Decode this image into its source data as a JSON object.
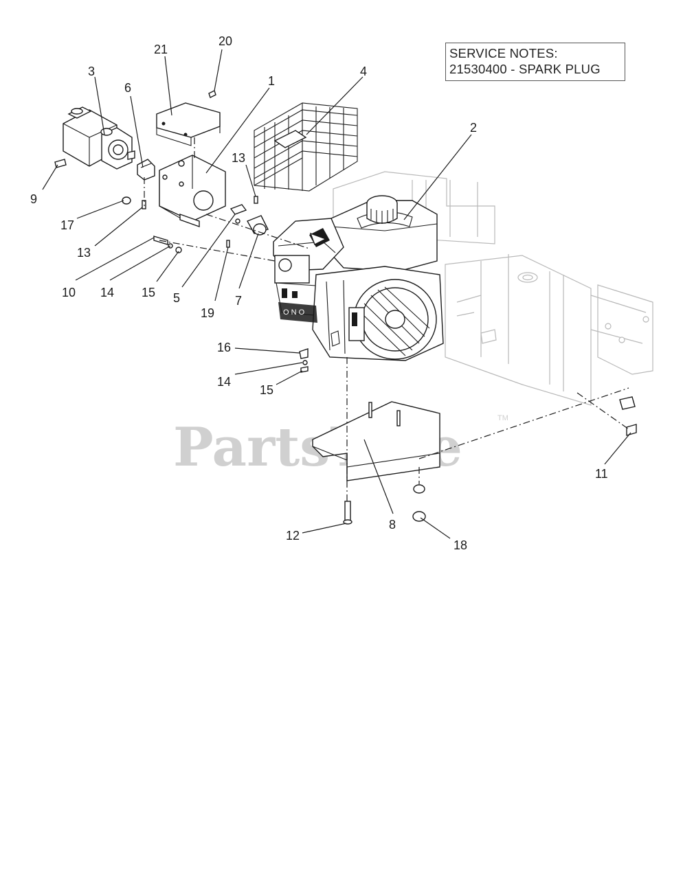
{
  "service_notes": {
    "title": "SERVICE NOTES:",
    "line": "21530400 - SPARK PLUG"
  },
  "watermark": {
    "text": "PartsTree",
    "mark": "TM"
  },
  "callouts": [
    {
      "id": "c20",
      "label": "20"
    },
    {
      "id": "c21",
      "label": "21"
    },
    {
      "id": "c3",
      "label": "3"
    },
    {
      "id": "c6",
      "label": "6"
    },
    {
      "id": "c1",
      "label": "1"
    },
    {
      "id": "c4",
      "label": "4"
    },
    {
      "id": "c2",
      "label": "2"
    },
    {
      "id": "c13a",
      "label": "13"
    },
    {
      "id": "c9",
      "label": "9"
    },
    {
      "id": "c17",
      "label": "17"
    },
    {
      "id": "c13b",
      "label": "13"
    },
    {
      "id": "c10",
      "label": "10"
    },
    {
      "id": "c14a",
      "label": "14"
    },
    {
      "id": "c15a",
      "label": "15"
    },
    {
      "id": "c5",
      "label": "5"
    },
    {
      "id": "c19",
      "label": "19"
    },
    {
      "id": "c7",
      "label": "7"
    },
    {
      "id": "c16",
      "label": "16"
    },
    {
      "id": "c14b",
      "label": "14"
    },
    {
      "id": "c15b",
      "label": "15"
    },
    {
      "id": "c11",
      "label": "11"
    },
    {
      "id": "c8",
      "label": "8"
    },
    {
      "id": "c12",
      "label": "12"
    },
    {
      "id": "c18",
      "label": "18"
    }
  ]
}
